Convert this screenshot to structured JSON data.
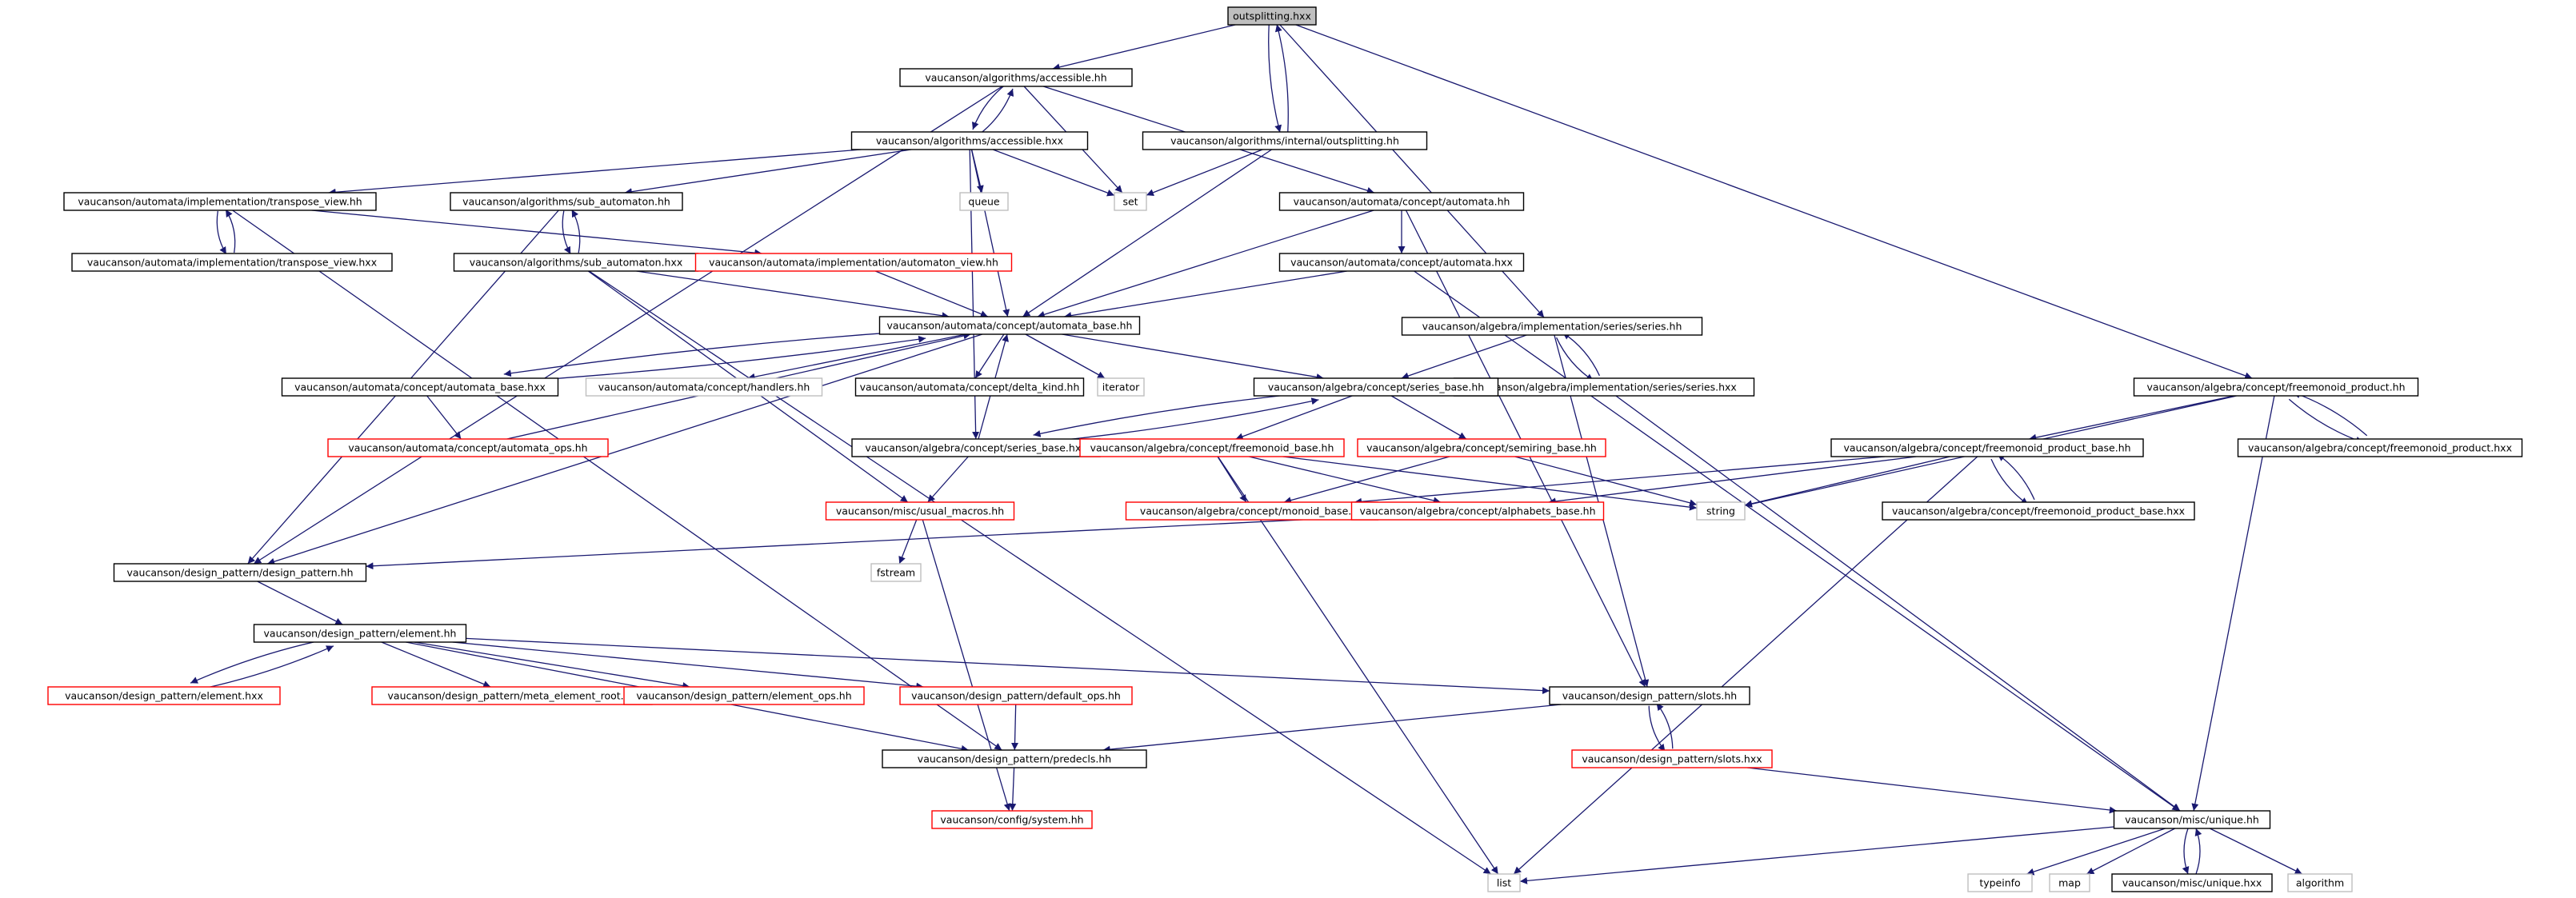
{
  "colors": {
    "edge": "#191970",
    "border_normal": "#000000",
    "border_truncated": "#ff0000",
    "border_external": "#bfbfbf",
    "root_fill": "#bfbfbf"
  },
  "nodes": [
    {
      "id": "root",
      "label": "outsplitting.hxx",
      "kind": "root"
    },
    {
      "id": "acc_hh",
      "label": "vaucanson/algorithms/accessible.hh",
      "kind": "normal"
    },
    {
      "id": "acc_hxx",
      "label": "vaucanson/algorithms/accessible.hxx",
      "kind": "normal"
    },
    {
      "id": "int_outsplit",
      "label": "vaucanson/algorithms/internal/outsplitting.hh",
      "kind": "normal"
    },
    {
      "id": "queue",
      "label": "queue",
      "kind": "external"
    },
    {
      "id": "set",
      "label": "set",
      "kind": "external"
    },
    {
      "id": "tv_hh",
      "label": "vaucanson/automata/implementation/transpose_view.hh",
      "kind": "normal"
    },
    {
      "id": "tv_hxx",
      "label": "vaucanson/automata/implementation/transpose_view.hxx",
      "kind": "normal"
    },
    {
      "id": "sub_hh",
      "label": "vaucanson/algorithms/sub_automaton.hh",
      "kind": "normal"
    },
    {
      "id": "sub_hxx",
      "label": "vaucanson/algorithms/sub_automaton.hxx",
      "kind": "normal"
    },
    {
      "id": "aview",
      "label": "vaucanson/automata/implementation/automaton_view.hh",
      "kind": "truncated"
    },
    {
      "id": "automata_hh",
      "label": "vaucanson/automata/concept/automata.hh",
      "kind": "normal"
    },
    {
      "id": "automata_hxx",
      "label": "vaucanson/automata/concept/automata.hxx",
      "kind": "normal"
    },
    {
      "id": "abase_hh",
      "label": "vaucanson/automata/concept/automata_base.hh",
      "kind": "normal"
    },
    {
      "id": "abase_hxx",
      "label": "vaucanson/automata/concept/automata_base.hxx",
      "kind": "normal"
    },
    {
      "id": "handlers",
      "label": "vaucanson/automata/concept/handlers.hh",
      "kind": "external"
    },
    {
      "id": "delta",
      "label": "vaucanson/automata/concept/delta_kind.hh",
      "kind": "normal"
    },
    {
      "id": "iterator",
      "label": "iterator",
      "kind": "external"
    },
    {
      "id": "aops",
      "label": "vaucanson/automata/concept/automata_ops.hh",
      "kind": "truncated"
    },
    {
      "id": "series_hh",
      "label": "vaucanson/algebra/implementation/series/series.hh",
      "kind": "normal"
    },
    {
      "id": "series_hxx",
      "label": "vaucanson/algebra/implementation/series/series.hxx",
      "kind": "normal"
    },
    {
      "id": "sbase_hh",
      "label": "vaucanson/algebra/concept/series_base.hh",
      "kind": "normal"
    },
    {
      "id": "sbase_hxx",
      "label": "vaucanson/algebra/concept/series_base.hxx",
      "kind": "normal"
    },
    {
      "id": "fmbase",
      "label": "vaucanson/algebra/concept/freemonoid_base.hh",
      "kind": "truncated"
    },
    {
      "id": "semiring",
      "label": "vaucanson/algebra/concept/semiring_base.hh",
      "kind": "truncated"
    },
    {
      "id": "fmprod_hh",
      "label": "vaucanson/algebra/concept/freemonoid_product.hh",
      "kind": "normal"
    },
    {
      "id": "fmprod_hxx",
      "label": "vaucanson/algebra/concept/freemonoid_product.hxx",
      "kind": "normal"
    },
    {
      "id": "fmpb_hh",
      "label": "vaucanson/algebra/concept/freemonoid_product_base.hh",
      "kind": "normal"
    },
    {
      "id": "fmpb_hxx",
      "label": "vaucanson/algebra/concept/freemonoid_product_base.hxx",
      "kind": "normal"
    },
    {
      "id": "usual",
      "label": "vaucanson/misc/usual_macros.hh",
      "kind": "truncated"
    },
    {
      "id": "monoid",
      "label": "vaucanson/algebra/concept/monoid_base.hh",
      "kind": "truncated"
    },
    {
      "id": "alpha",
      "label": "vaucanson/algebra/concept/alphabets_base.hh",
      "kind": "truncated"
    },
    {
      "id": "string",
      "label": "string",
      "kind": "external"
    },
    {
      "id": "fstream",
      "label": "fstream",
      "kind": "external"
    },
    {
      "id": "dp",
      "label": "vaucanson/design_pattern/design_pattern.hh",
      "kind": "normal"
    },
    {
      "id": "el_hh",
      "label": "vaucanson/design_pattern/element.hh",
      "kind": "normal"
    },
    {
      "id": "el_hxx",
      "label": "vaucanson/design_pattern/element.hxx",
      "kind": "truncated"
    },
    {
      "id": "meta",
      "label": "vaucanson/design_pattern/meta_element_root.hh",
      "kind": "truncated"
    },
    {
      "id": "elops",
      "label": "vaucanson/design_pattern/element_ops.hh",
      "kind": "truncated"
    },
    {
      "id": "defops",
      "label": "vaucanson/design_pattern/default_ops.hh",
      "kind": "truncated"
    },
    {
      "id": "slots_hh",
      "label": "vaucanson/design_pattern/slots.hh",
      "kind": "normal"
    },
    {
      "id": "slots_hxx",
      "label": "vaucanson/design_pattern/slots.hxx",
      "kind": "truncated"
    },
    {
      "id": "predecls",
      "label": "vaucanson/design_pattern/predecls.hh",
      "kind": "normal"
    },
    {
      "id": "system",
      "label": "vaucanson/config/system.hh",
      "kind": "truncated"
    },
    {
      "id": "unique_hh",
      "label": "vaucanson/misc/unique.hh",
      "kind": "normal"
    },
    {
      "id": "typeinfo",
      "label": "typeinfo",
      "kind": "external"
    },
    {
      "id": "map",
      "label": "map",
      "kind": "external"
    },
    {
      "id": "unique_hxx",
      "label": "vaucanson/misc/unique.hxx",
      "kind": "normal"
    },
    {
      "id": "algorithm",
      "label": "algorithm",
      "kind": "external"
    },
    {
      "id": "list",
      "label": "list",
      "kind": "external"
    }
  ],
  "edges": [
    [
      "root",
      "acc_hh"
    ],
    [
      "root",
      "int_outsplit"
    ],
    [
      "root",
      "series_hh"
    ],
    [
      "root",
      "fmprod_hh"
    ],
    [
      "acc_hh",
      "acc_hxx"
    ],
    [
      "acc_hh",
      "set"
    ],
    [
      "acc_hh",
      "automata_hh"
    ],
    [
      "acc_hh",
      "dp"
    ],
    [
      "acc_hxx",
      "acc_hh"
    ],
    [
      "acc_hxx",
      "queue"
    ],
    [
      "acc_hxx",
      "set"
    ],
    [
      "acc_hxx",
      "tv_hh"
    ],
    [
      "acc_hxx",
      "sub_hh"
    ],
    [
      "acc_hxx",
      "abase_hh"
    ],
    [
      "acc_hxx",
      "sbase_hxx"
    ],
    [
      "int_outsplit",
      "root"
    ],
    [
      "int_outsplit",
      "set"
    ],
    [
      "int_outsplit",
      "abase_hh"
    ],
    [
      "tv_hh",
      "tv_hxx"
    ],
    [
      "tv_hh",
      "aview"
    ],
    [
      "tv_hh",
      "predecls"
    ],
    [
      "tv_hxx",
      "tv_hh"
    ],
    [
      "sub_hh",
      "sub_hxx"
    ],
    [
      "sub_hh",
      "dp"
    ],
    [
      "sub_hxx",
      "sub_hh"
    ],
    [
      "sub_hxx",
      "abase_hh"
    ],
    [
      "sub_hxx",
      "usual"
    ],
    [
      "sub_hxx",
      "list"
    ],
    [
      "aview",
      "abase_hh"
    ],
    [
      "automata_hh",
      "automata_hxx"
    ],
    [
      "automata_hh",
      "abase_hh"
    ],
    [
      "automata_hh",
      "slots_hh"
    ],
    [
      "automata_hxx",
      "abase_hh"
    ],
    [
      "automata_hxx",
      "unique_hh"
    ],
    [
      "abase_hh",
      "abase_hxx"
    ],
    [
      "abase_hh",
      "handlers"
    ],
    [
      "abase_hh",
      "delta"
    ],
    [
      "abase_hh",
      "iterator"
    ],
    [
      "abase_hh",
      "sbase_hh"
    ],
    [
      "abase_hh",
      "dp"
    ],
    [
      "abase_hxx",
      "abase_hh"
    ],
    [
      "abase_hxx",
      "aops"
    ],
    [
      "aops",
      "abase_hh"
    ],
    [
      "series_hh",
      "series_hxx"
    ],
    [
      "series_hh",
      "sbase_hh"
    ],
    [
      "series_hh",
      "slots_hh"
    ],
    [
      "series_hxx",
      "series_hh"
    ],
    [
      "series_hxx",
      "unique_hh"
    ],
    [
      "sbase_hh",
      "sbase_hxx"
    ],
    [
      "sbase_hh",
      "fmbase"
    ],
    [
      "sbase_hh",
      "semiring"
    ],
    [
      "sbase_hxx",
      "sbase_hh"
    ],
    [
      "sbase_hxx",
      "usual"
    ],
    [
      "sbase_hxx",
      "abase_hh"
    ],
    [
      "fmbase",
      "monoid"
    ],
    [
      "fmbase",
      "alpha"
    ],
    [
      "fmbase",
      "string"
    ],
    [
      "fmbase",
      "list"
    ],
    [
      "semiring",
      "monoid"
    ],
    [
      "semiring",
      "string"
    ],
    [
      "fmprod_hh",
      "fmprod_hxx"
    ],
    [
      "fmprod_hh",
      "fmpb_hh"
    ],
    [
      "fmprod_hh",
      "string"
    ],
    [
      "fmprod_hh",
      "unique_hh"
    ],
    [
      "fmprod_hxx",
      "fmprod_hh"
    ],
    [
      "fmpb_hh",
      "fmpb_hxx"
    ],
    [
      "fmpb_hh",
      "monoid"
    ],
    [
      "fmpb_hh",
      "alpha"
    ],
    [
      "fmpb_hh",
      "string"
    ],
    [
      "fmpb_hh",
      "list"
    ],
    [
      "fmpb_hxx",
      "fmpb_hh"
    ],
    [
      "usual",
      "fstream"
    ],
    [
      "usual",
      "system"
    ],
    [
      "alpha",
      "dp"
    ],
    [
      "dp",
      "el_hh"
    ],
    [
      "el_hh",
      "el_hxx"
    ],
    [
      "el_hh",
      "meta"
    ],
    [
      "el_hh",
      "elops"
    ],
    [
      "el_hh",
      "defops"
    ],
    [
      "el_hh",
      "slots_hh"
    ],
    [
      "el_hh",
      "predecls"
    ],
    [
      "el_hxx",
      "el_hh"
    ],
    [
      "defops",
      "predecls"
    ],
    [
      "slots_hh",
      "slots_hxx"
    ],
    [
      "slots_hh",
      "predecls"
    ],
    [
      "slots_hxx",
      "slots_hh"
    ],
    [
      "slots_hxx",
      "unique_hh"
    ],
    [
      "predecls",
      "system"
    ],
    [
      "unique_hh",
      "typeinfo"
    ],
    [
      "unique_hh",
      "map"
    ],
    [
      "unique_hh",
      "unique_hxx"
    ],
    [
      "unique_hh",
      "algorithm"
    ],
    [
      "unique_hh",
      "list"
    ],
    [
      "unique_hxx",
      "unique_hh"
    ]
  ]
}
